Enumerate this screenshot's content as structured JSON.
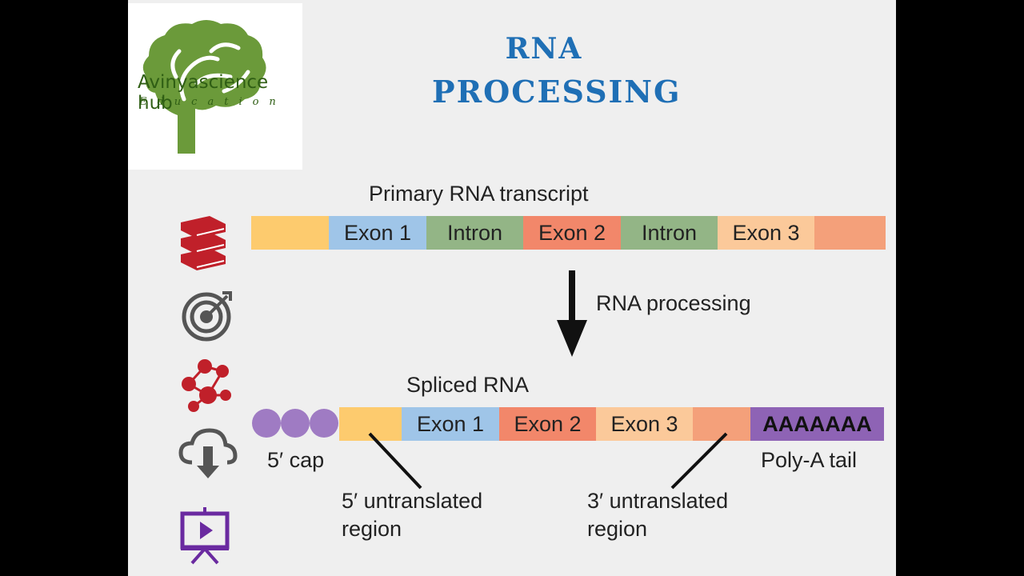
{
  "logo": {
    "brand": "Avinyascience hub",
    "tagline": "Education"
  },
  "title": {
    "line1": "RNA",
    "line2": "PROCESSING"
  },
  "colors": {
    "utr5": "#fdcb6e",
    "exon": "#9fc5e8",
    "intron": "#93b586",
    "exon_salmon": "#f2876a",
    "exon_peach": "#fbc99a",
    "utr3": "#f4a07a",
    "cap": "#9f7bc3",
    "polyA": "#8e63b5",
    "title": "#1f6fb5",
    "icon_red": "#c0202a",
    "icon_gray": "#555555",
    "icon_purple": "#6a2aa0"
  },
  "sidebar_icons": [
    "books-icon",
    "target-icon",
    "network-icon",
    "cloud-download-icon",
    "presentation-icon"
  ],
  "primary": {
    "heading": "Primary RNA transcript",
    "segments": [
      {
        "label": "",
        "type": "utr5"
      },
      {
        "label": "Exon 1",
        "type": "exon"
      },
      {
        "label": "Intron",
        "type": "intron"
      },
      {
        "label": "Exon 2",
        "type": "exon_salmon"
      },
      {
        "label": "Intron",
        "type": "intron"
      },
      {
        "label": "Exon 3",
        "type": "exon_peach"
      },
      {
        "label": "",
        "type": "utr3"
      }
    ]
  },
  "arrow_label": "RNA processing",
  "spliced": {
    "heading": "Spliced RNA",
    "segments": [
      {
        "label": "",
        "type": "utr5"
      },
      {
        "label": "Exon 1",
        "type": "exon"
      },
      {
        "label": "Exon 2",
        "type": "exon_salmon"
      },
      {
        "label": "Exon 3",
        "type": "exon_peach"
      },
      {
        "label": "",
        "type": "utr3"
      },
      {
        "label": "AAAAAAA",
        "type": "polyA"
      }
    ],
    "cap_label": "5′ cap",
    "polyA_label": "Poly-A tail",
    "utr5_label_line1": "5′ untranslated",
    "utr5_label_line2": "region",
    "utr3_label_line1": "3′ untranslated",
    "utr3_label_line2": "region"
  }
}
